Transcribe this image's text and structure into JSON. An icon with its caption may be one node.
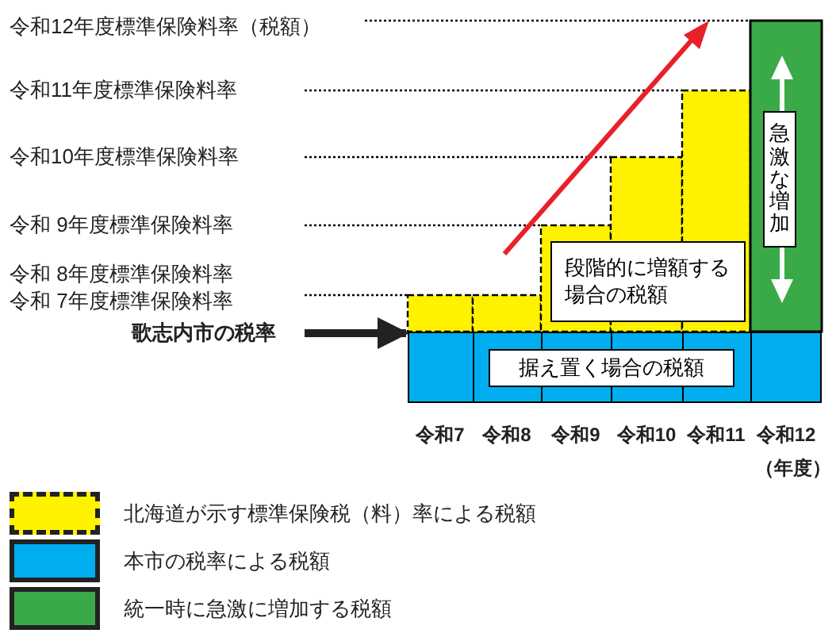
{
  "diagram": {
    "nodes": [
      {
        "text": [
          "歌志内市の税率"
        ]
      },
      {
        "text": [],
        "shape": "bar"
      },
      {
        "text": [
          "据え置く場合の税額"
        ],
        "in": 1
      },
      {
        "text": [
          "段階的に増額する場合の税額"
        ]
      },
      {
        "text": [
          "急激な増加"
        ]
      }
    ],
    "edges": [
      {
        "from": 0,
        "to": 1,
        "arrow": "to"
      }
    ],
    "labels": [
      "令和12年度標準保険料率（税額）",
      "令和11年度標準保険料率",
      "令和10年度標準保険料率",
      "令和 9年度標準保険料率",
      "令和 8年度標準保険料率",
      "令和 7年度標準保険料率",
      "令和7",
      "令和8",
      "令和9",
      "令和10",
      "令和11",
      "令和12",
      "（年度）"
    ],
    "legend": [
      {
        "text": "北海道が示す標準保険税（料）率による税額",
        "color": "#fff200"
      },
      {
        "text": "本市の税率による税額",
        "color": "#00aeef"
      },
      {
        "text": "統一時に急激に増加する税額",
        "color": "#3aaa48"
      }
    ]
  }
}
